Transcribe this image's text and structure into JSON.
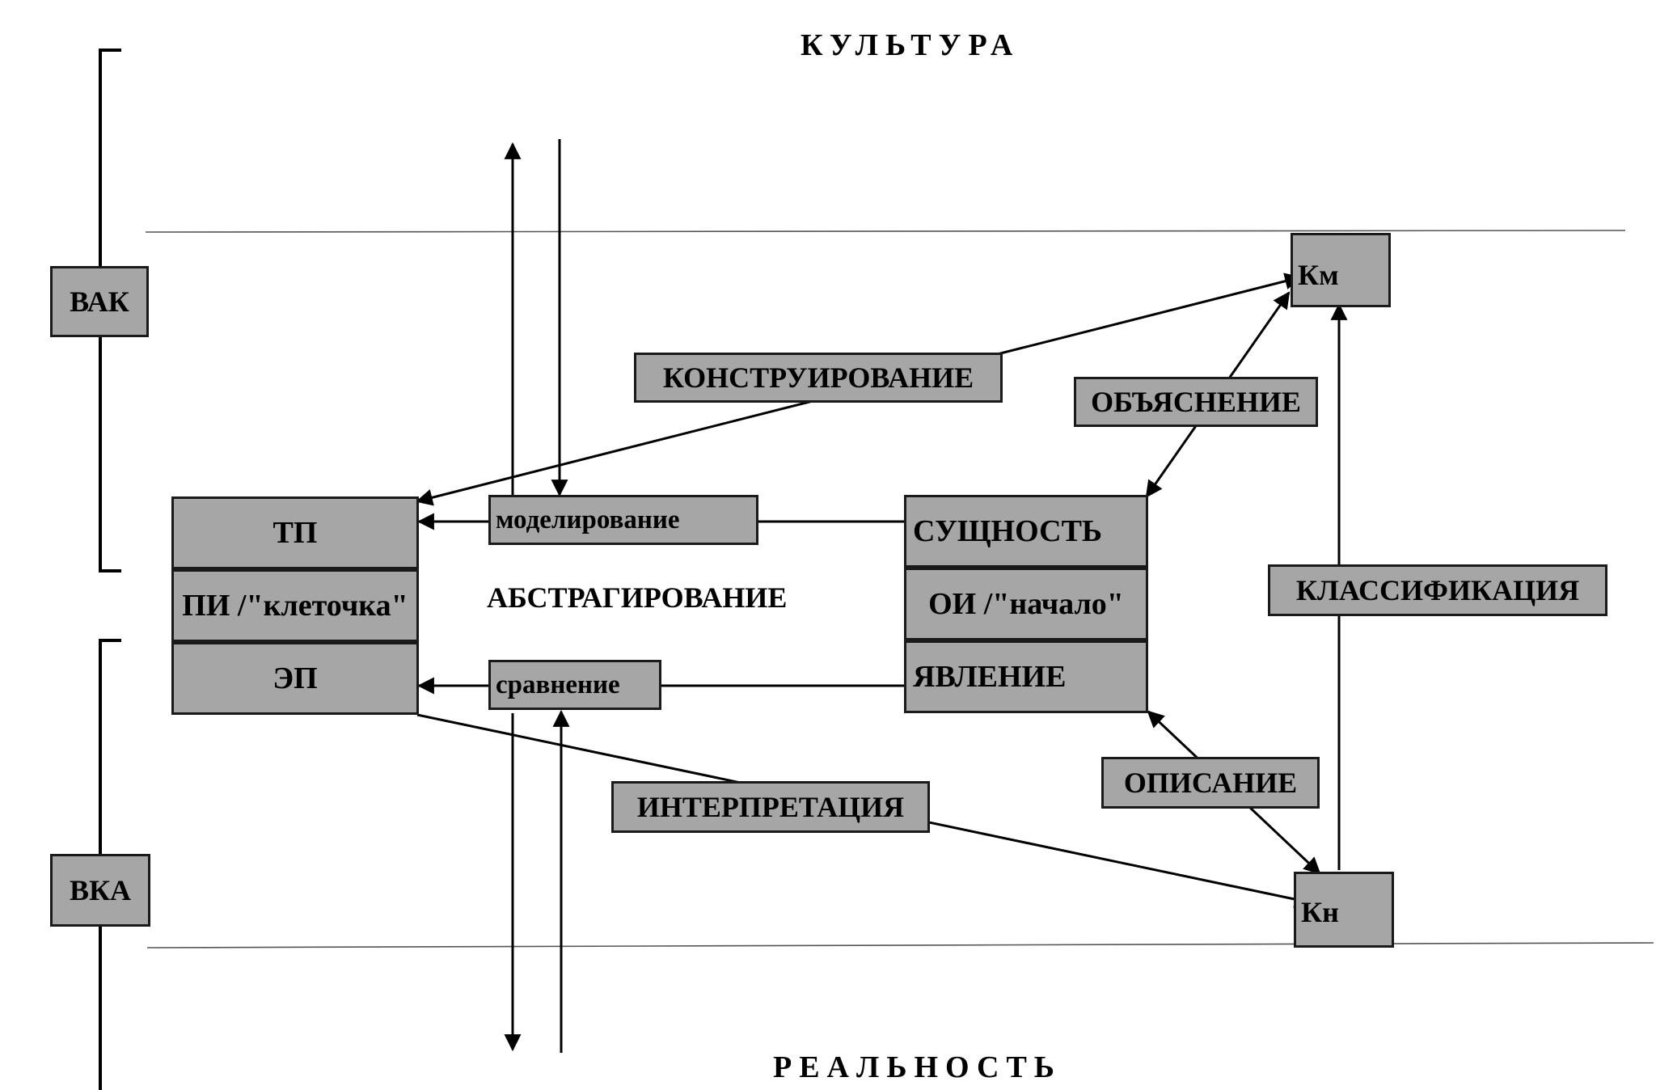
{
  "headings": {
    "culture": "КУЛЬТУРА",
    "reality": "РЕАЛЬНОСТЬ"
  },
  "brackets": {
    "top_label": "ВАК",
    "bottom_label": "ВКА"
  },
  "left_block": {
    "top": "ТП",
    "middle": "ПИ /\"клеточка\"",
    "bottom": "ЭП"
  },
  "right_block": {
    "top": "СУЩНОСТЬ",
    "middle": "ОИ /\"начало\"",
    "bottom": "ЯВЛЕНИЕ"
  },
  "corner_boxes": {
    "top": "Км",
    "bottom": "Кн"
  },
  "process_labels": {
    "constructing": "КОНСТРУИРОВАНИЕ",
    "explanation": "ОБЪЯСНЕНИЕ",
    "modeling": "моделирование",
    "abstracting": "АБСТРАГИРОВАНИЕ",
    "comparison": "сравнение",
    "classification": "КЛАССИФИКАЦИЯ",
    "description": "ОПИСАНИЕ",
    "interpretation": "ИНТЕРПРЕТАЦИЯ"
  },
  "colors": {
    "box_fill": "#a6a6a6",
    "line": "#000000",
    "divider": "#555555"
  }
}
